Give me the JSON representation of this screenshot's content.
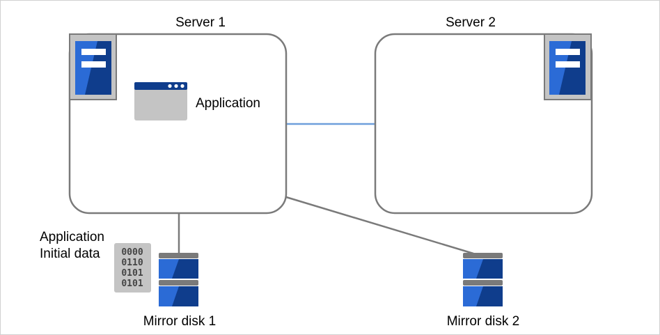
{
  "servers": [
    {
      "label": "Server 1"
    },
    {
      "label": "Server 2"
    }
  ],
  "application": {
    "label": "Application"
  },
  "initial_data": {
    "label_line1": "Application",
    "label_line2": "Initial data",
    "bits": [
      "0000",
      "0110",
      "0101",
      "0101"
    ]
  },
  "disks": [
    {
      "label": "Mirror disk 1"
    },
    {
      "label": "Mirror disk 2"
    }
  ],
  "colors": {
    "server_border": "#7a7a7a",
    "network_line": "#6f9fdc",
    "disk_line": "#7a7a7a",
    "icon_blue": "#2b6bd6",
    "icon_dark": "#0f3d8c",
    "icon_gray": "#c4c4c4"
  }
}
